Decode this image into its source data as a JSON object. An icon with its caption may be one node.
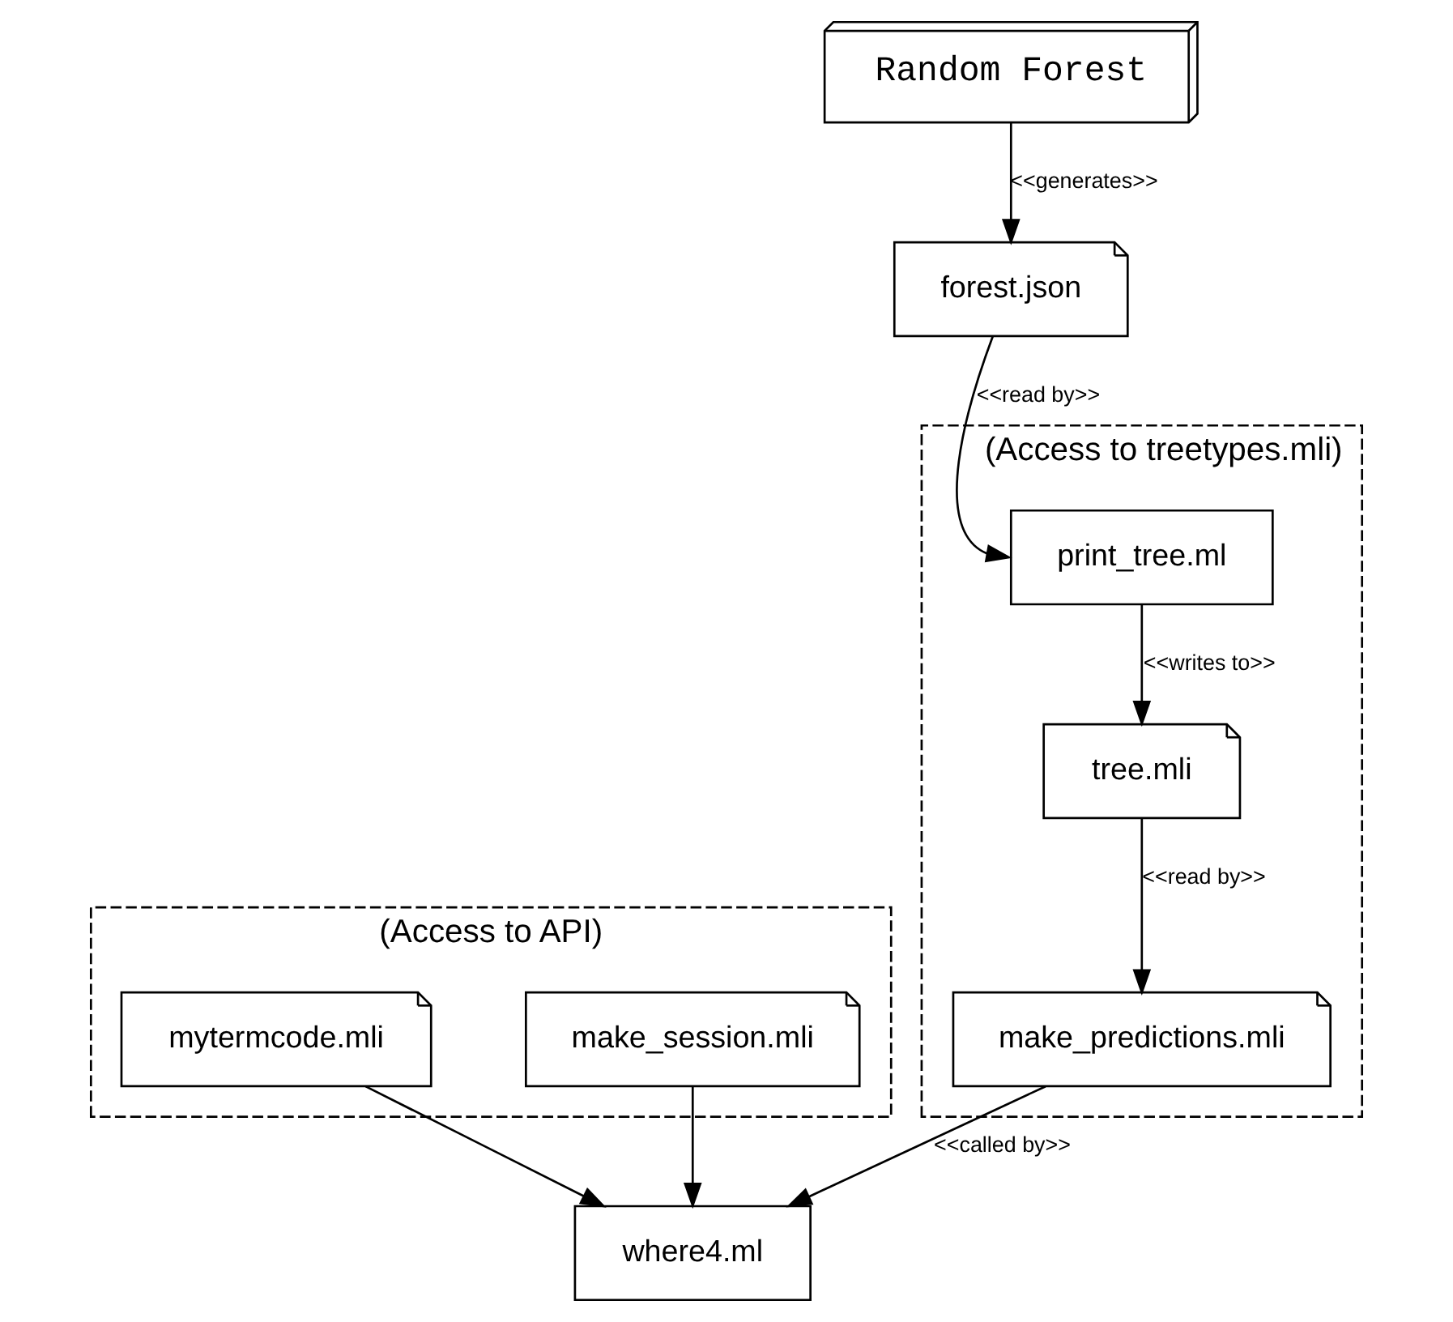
{
  "diagram": {
    "nodes": [
      {
        "text": [
          "(Access to treetypes.mli)"
        ]
      },
      {
        "text": [
          "(Access to API)"
        ]
      },
      {
        "text": [
          "forest.json"
        ]
      },
      {
        "text": [
          "print_tree.ml"
        ],
        "in": 0
      },
      {
        "text": [
          "tree.mli"
        ],
        "in": 0
      },
      {
        "text": [
          "make_predictions.mli"
        ],
        "in": 0
      },
      {
        "text": [
          "Random Forest"
        ]
      },
      {
        "text": [
          "mytermcode.mli"
        ],
        "in": 1
      },
      {
        "text": [
          "where4.ml"
        ]
      },
      {
        "text": [
          "make_session.mli"
        ],
        "in": 1
      }
    ],
    "edges": [
      {
        "from": 2,
        "to": 3,
        "arrow": "to",
        "label": "<<read by>>"
      },
      {
        "from": 3,
        "to": 4,
        "arrow": "to",
        "label": "<<writes to>>"
      },
      {
        "from": 4,
        "to": 5,
        "arrow": "to",
        "label": "<<read by>>"
      },
      {
        "from": 5,
        "to": 8,
        "arrow": "to",
        "label": "<<called by>>"
      },
      {
        "from": 6,
        "to": 2,
        "arrow": "to",
        "label": "<<generates>>"
      },
      {
        "from": 7,
        "to": 8,
        "arrow": "to"
      },
      {
        "from": 9,
        "to": 8,
        "arrow": "to"
      }
    ]
  }
}
